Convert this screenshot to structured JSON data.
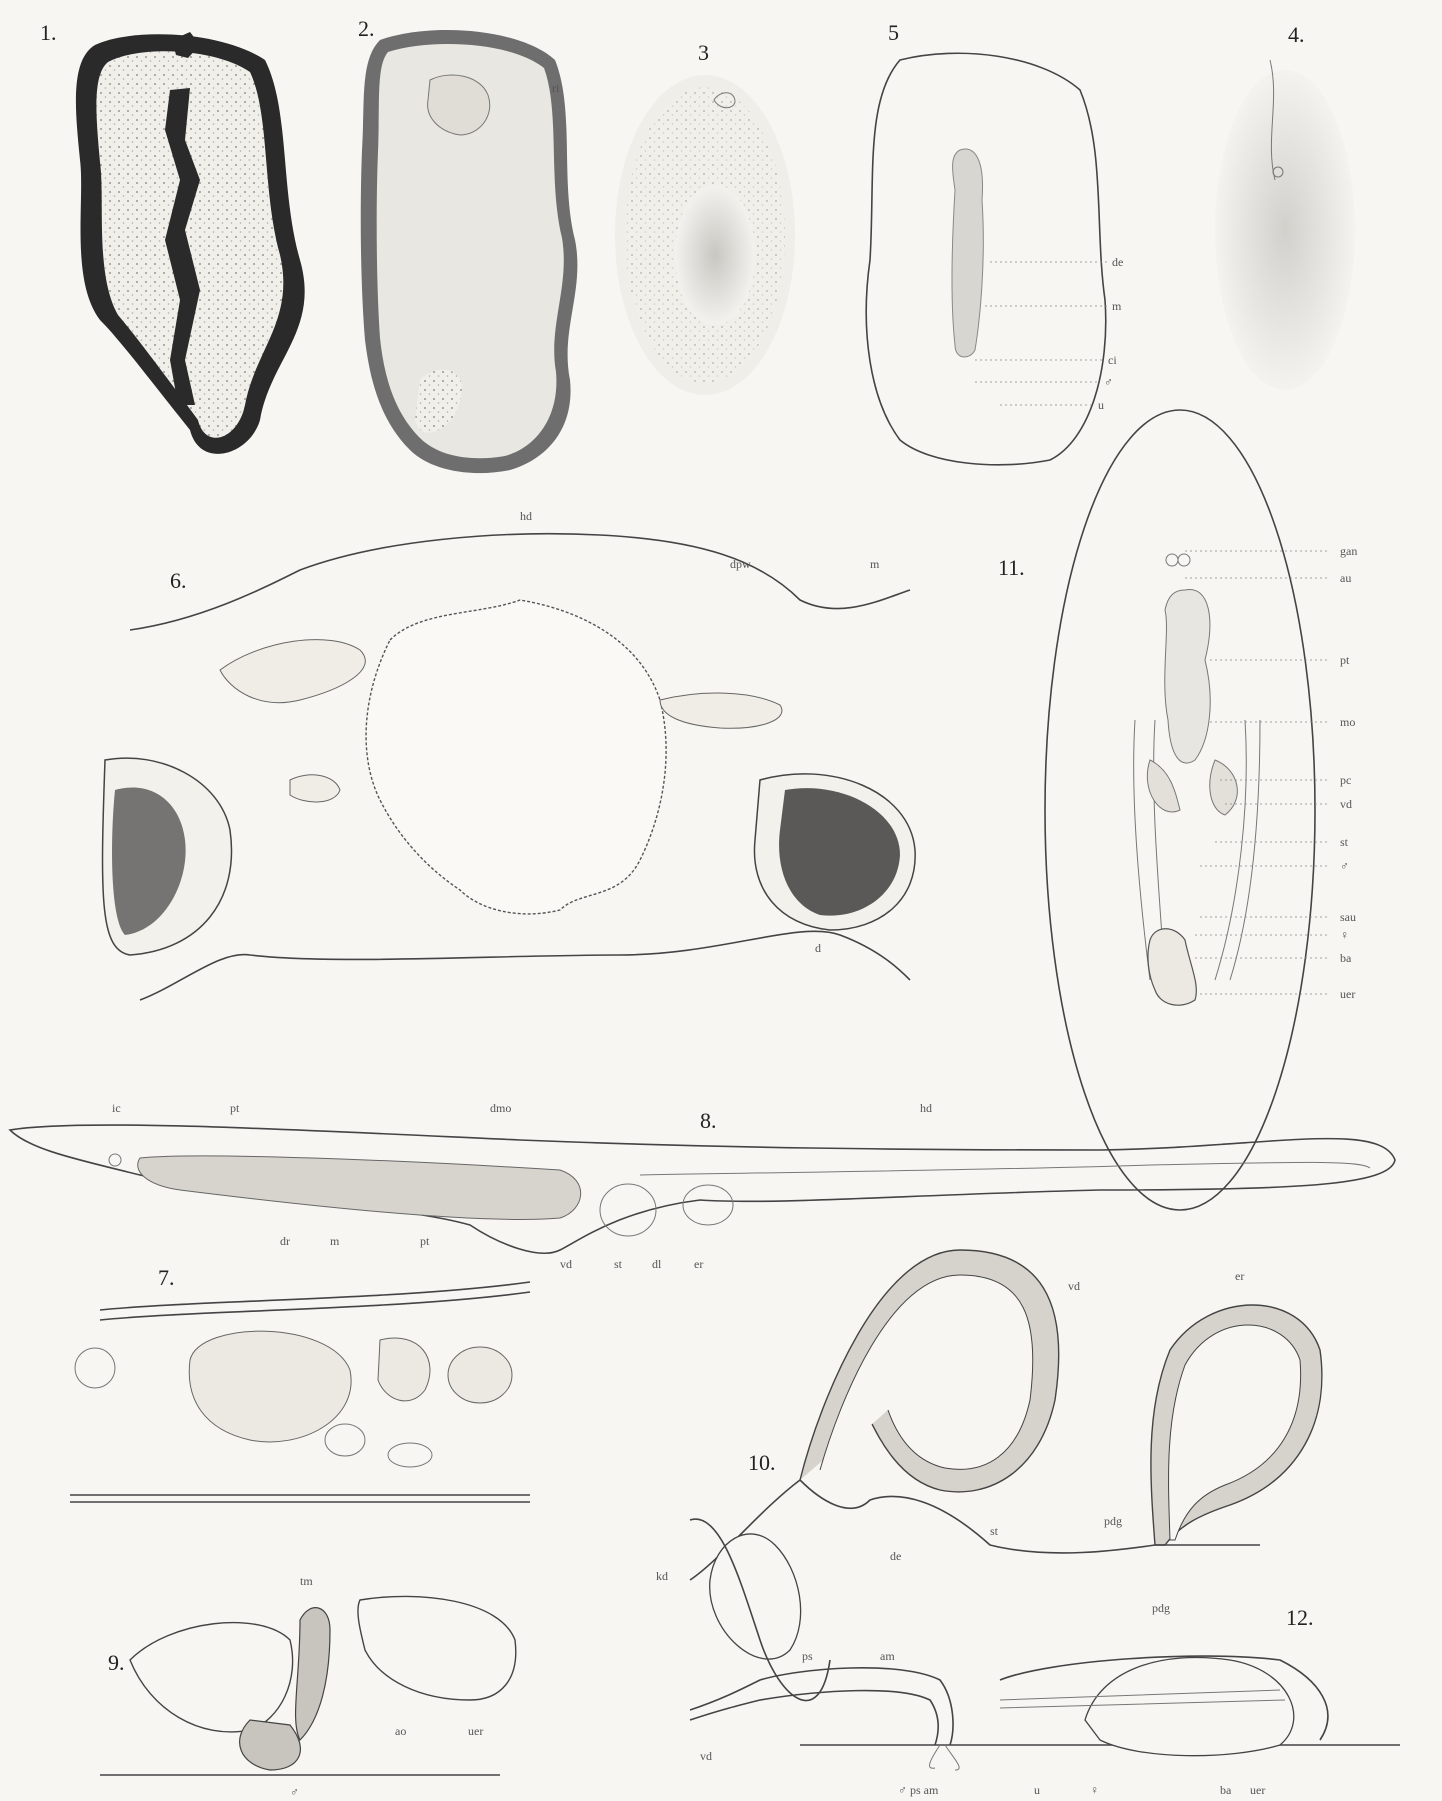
{
  "figures": [
    {
      "num": "1."
    },
    {
      "num": "2."
    },
    {
      "num": "3"
    },
    {
      "num": "5"
    },
    {
      "num": "4."
    },
    {
      "num": "6."
    },
    {
      "num": "11."
    },
    {
      "num": "8."
    },
    {
      "num": "7."
    },
    {
      "num": "10."
    },
    {
      "num": "9."
    },
    {
      "num": "12."
    }
  ],
  "labels": {
    "fig2": [
      "ri"
    ],
    "fig5": [
      "de",
      "m",
      "ci",
      "♂",
      "u"
    ],
    "fig6": [
      "hd",
      "dpw",
      "m",
      "d"
    ],
    "fig11": [
      "gan",
      "au",
      "pt",
      "mo",
      "pc",
      "vd",
      "st",
      "♂",
      "sau",
      "♀",
      "ba",
      "uer"
    ],
    "fig8": [
      "ic",
      "pt",
      "dmo",
      "hd",
      "vd",
      "st",
      "dl",
      "er"
    ],
    "fig7": [
      "dr",
      "m",
      "pt"
    ],
    "fig10": [
      "vd",
      "er",
      "kd",
      "de",
      "st",
      "pdg",
      "ps"
    ],
    "fig9": [
      "tm",
      "ao",
      "uer",
      "♂"
    ],
    "fig12": [
      "pdg",
      "vd",
      "am",
      "♂ ps am",
      "u",
      "♀",
      "ba",
      "uer"
    ]
  },
  "colors": {
    "paper": "#f7f6f3",
    "ink": "#2a2a2a",
    "shade": "#8a8a8a"
  }
}
